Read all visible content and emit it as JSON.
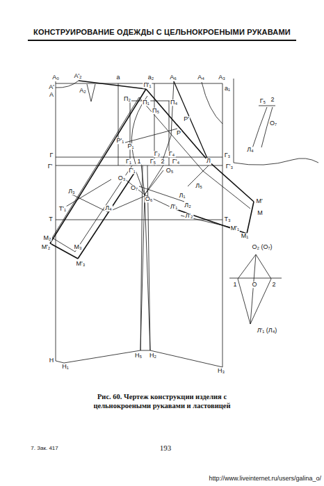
{
  "diagram": {
    "title": "КОНСТРУИРОВАНИЕ ОДЕЖДЫ С ЦЕЛЬНОКРОЕНЫМИ РУКАВАМИ",
    "caption": "Рис. 60. Чертеж конструкции изделия с цельнокроеными рукавами и ластовицей",
    "labels": [
      "А₀",
      "А'₂",
      "А'",
      "А",
      "А₂",
      "а",
      "а₂",
      "А₆",
      "А₄",
      "А₃",
      "а₁",
      "П'₁",
      "П₂",
      "П₁",
      "П₅",
      "П₄",
      "Р'",
      "Р",
      "Р'₁",
      "Р₁",
      "Г₂",
      "Г₄",
      "Г",
      "Г₃",
      "Г'",
      "Г'₃",
      "Г₁",
      "1",
      "Г₅",
      "2",
      "Г'₄",
      "Л",
      "Г'₁",
      "О₅",
      "О₃",
      "О₇",
      "О₆",
      "Л₃",
      "Л₅",
      "Л₁",
      "Л₂",
      "Л'₁",
      "Л'₂",
      "Т'₁",
      "Л₄",
      "Т",
      "Т₃",
      "М'",
      "М",
      "М'₁",
      "М₁",
      "М₂",
      "М'₂",
      "М₃",
      "М'₃",
      "Н₅",
      "Н₂",
      "Н",
      "Н₁",
      "Н₃",
      "Г₅",
      "2",
      "О₇",
      "Л₄",
      "О₂ (О₇)",
      "1",
      "О",
      "2",
      "Л'₁ (Л₄)",
      "7. Зак. 417",
      "193",
      "http://www.liveinternet.ru/users/galina_o/"
    ]
  }
}
